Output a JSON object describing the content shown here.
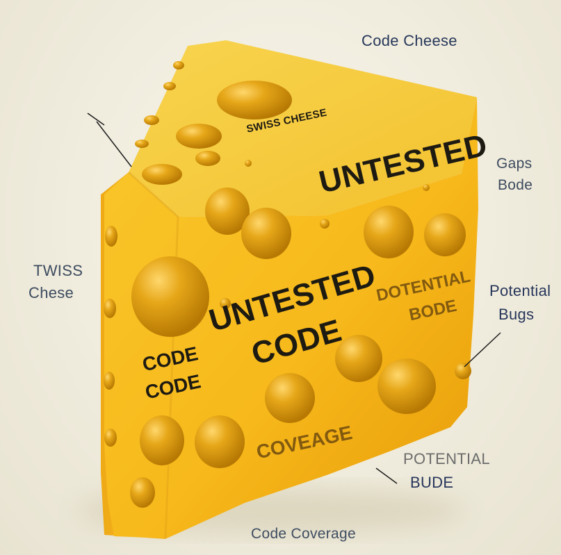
{
  "labels": {
    "top_right": "Code Cheese",
    "swiss": "SWISS CHEESE",
    "untested_top": "UNTESTED",
    "untested_main_1": "UNTESTED",
    "untested_main_2": "CODE",
    "code_1": "CODE",
    "code_2": "CODE",
    "dotential": "DOTENTIAL",
    "dotential_bode": "BODE",
    "coverage": "COVEAGE",
    "gaps_1": "Gaps",
    "gaps_2": "Bode",
    "twiss_1": "TWISS",
    "twiss_2": "Chese",
    "potential_right_1": "Potential",
    "potential_right_2": "Bugs",
    "potential_bottom_1": "POTENTIAL",
    "potential_bottom_2": "BUDE",
    "bottom": "Code Coverage"
  },
  "colors": {
    "cheese_top": "#f7cf3f",
    "cheese_front": "#f5b81c",
    "cheese_side": "#f09a07",
    "hole": "#d99008",
    "text_dark": "#1d1a12",
    "label_blue": "#3b4a5e"
  }
}
